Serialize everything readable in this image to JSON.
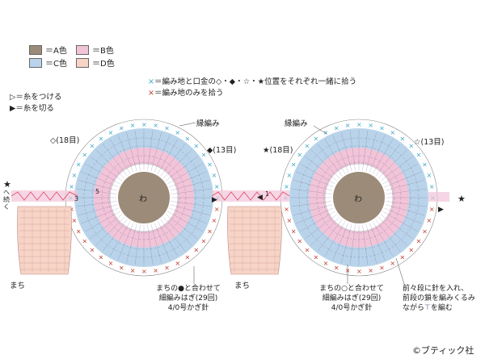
{
  "legend": [
    {
      "label": "＝A色",
      "color": "#9b8b78"
    },
    {
      "label": "＝B色",
      "color": "#f2c4d8"
    },
    {
      "label": "＝C色",
      "color": "#b9d4ea"
    },
    {
      "label": "＝D色",
      "color": "#f7d4c6"
    }
  ],
  "notes": {
    "blue_x": "＝編み地と口金の◇・◆・☆・★位置をそれぞれ一緒に拾う",
    "red_x": "＝編み地のみを拾う",
    "attach": "＝糸をつける",
    "cut": "＝糸を切る"
  },
  "labels": {
    "edge_left": "縁編み",
    "edge_right": "縁編み",
    "l_diamond": "◇(18目)",
    "l_bdiamond": "◆(13目)",
    "r_bstar": "★(18目)",
    "r_star": "☆(13目)",
    "star_left": "★",
    "star_right": "★",
    "tsuzuku": "へ続く",
    "center_left": "わ",
    "center_right": "わ",
    "machi_left": "まち",
    "machi_right": "まち",
    "caption_left_1": "まちの●と合わせて",
    "caption_left_2": "細編みはぎ(29回)",
    "caption_left_3": "4/0号かぎ針",
    "caption_right_1": "まちの○と合わせて",
    "caption_right_2": "細編みはぎ(29回)",
    "caption_right_3": "4/0号かぎ針",
    "note_right_1": "前々段に針を入れ、",
    "note_right_2": "前段の鎖を編みくるみ",
    "note_right_3": "ながら",
    "note_right_4": "を編む",
    "copyright": "©ブティック社",
    "n1": "1",
    "n3": "3",
    "n5": "5"
  },
  "colors": {
    "blue_x": "#3aa6c8",
    "red_x": "#c0392b",
    "stitch": "#6a5a8a",
    "strap": "#e05a7a"
  }
}
